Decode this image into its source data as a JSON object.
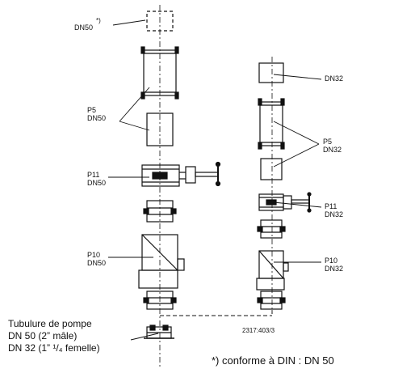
{
  "labels": {
    "top_dn50": "DN50",
    "top_star": "*)",
    "p5_left_name": "P5",
    "p5_left_dn": "DN50",
    "p11_left_name": "P11",
    "p11_left_dn": "DN50",
    "p10_left_name": "P10",
    "p10_left_dn": "DN50",
    "right_top_dn32": "DN32",
    "p5_right_name": "P5",
    "p5_right_dn": "DN32",
    "p11_right_name": "P11",
    "p11_right_dn": "DN32",
    "p10_right_name": "P10",
    "p10_right_dn": "DN32"
  },
  "pump_nozzle": {
    "line1": "Tubulure de pompe",
    "line2": "DN 50 (2” mâle)",
    "line3": "DN 32 (1” ¹/₄ femelle)"
  },
  "drawing_number": "2317:403/3",
  "footnote": "*) conforme à DIN : DN 50"
}
